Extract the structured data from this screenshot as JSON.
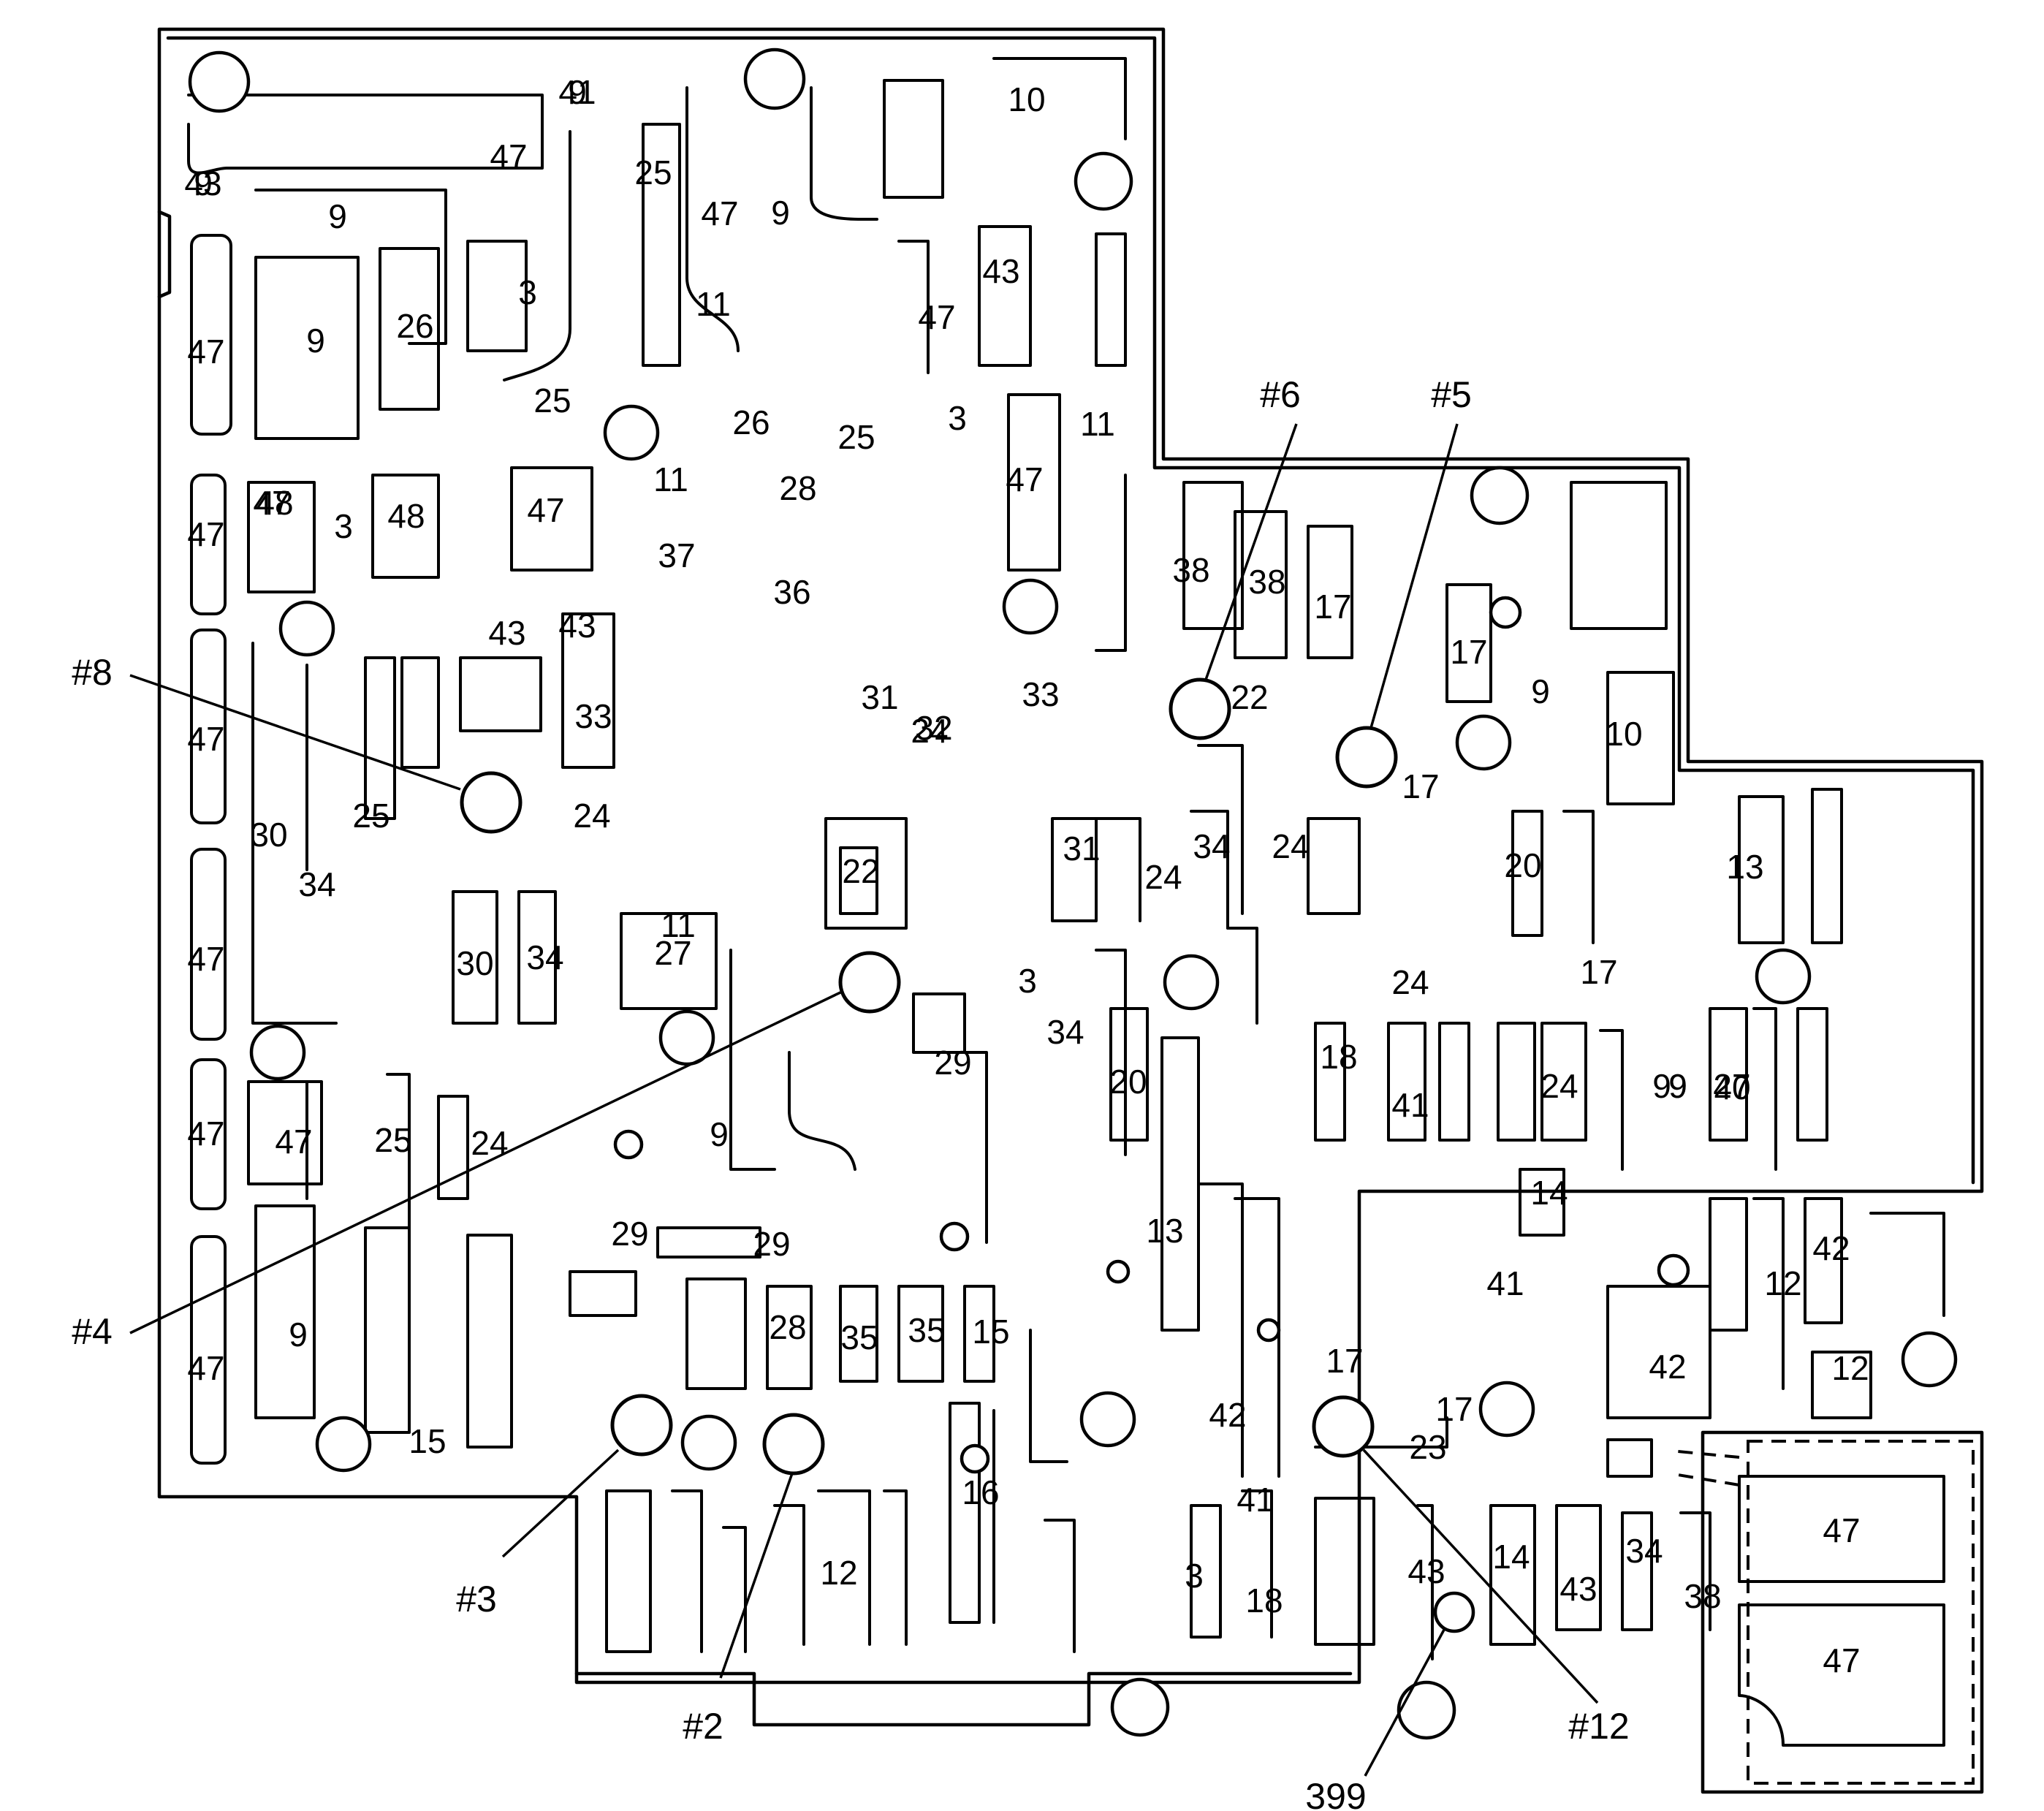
{
  "colors": {
    "line": "#000000",
    "background": "#ffffff"
  },
  "upper_plate": {
    "passage_labels": [
      "9",
      "9",
      "9",
      "9",
      "9",
      "9",
      "9",
      "9",
      "9",
      "9",
      "9",
      "47",
      "47",
      "47",
      "47",
      "47",
      "47",
      "47",
      "47",
      "47",
      "47",
      "47",
      "47",
      "47",
      "25",
      "25",
      "25",
      "25",
      "25",
      "25",
      "3",
      "3",
      "3",
      "3",
      "3",
      "26",
      "26",
      "11",
      "11",
      "11",
      "11",
      "10",
      "10",
      "43",
      "43",
      "43",
      "43",
      "48",
      "48",
      "37",
      "36",
      "28",
      "28",
      "33",
      "33",
      "31",
      "31",
      "32",
      "24",
      "24",
      "24",
      "24",
      "24",
      "24",
      "24",
      "30",
      "30",
      "34",
      "34",
      "34",
      "34",
      "27",
      "27",
      "22",
      "22",
      "35",
      "35",
      "29",
      "29",
      "29",
      "15",
      "15",
      "16",
      "40",
      "38",
      "38",
      "17",
      "17",
      "17",
      "17",
      "17",
      "17",
      "20",
      "20",
      "13",
      "13",
      "23",
      "18",
      "18",
      "41",
      "41",
      "41",
      "42",
      "42",
      "42",
      "12",
      "12",
      "12",
      "14",
      "14",
      "43",
      "34",
      "38",
      "41",
      "43"
    ]
  },
  "lower_plate": {
    "passage_labels": [
      "47",
      "47"
    ]
  },
  "callouts": [
    {
      "label": "#8"
    },
    {
      "label": "#6"
    },
    {
      "label": "#5"
    },
    {
      "label": "#4"
    },
    {
      "label": "#3"
    },
    {
      "label": "#2"
    },
    {
      "label": "#12"
    },
    {
      "label": "399"
    }
  ]
}
